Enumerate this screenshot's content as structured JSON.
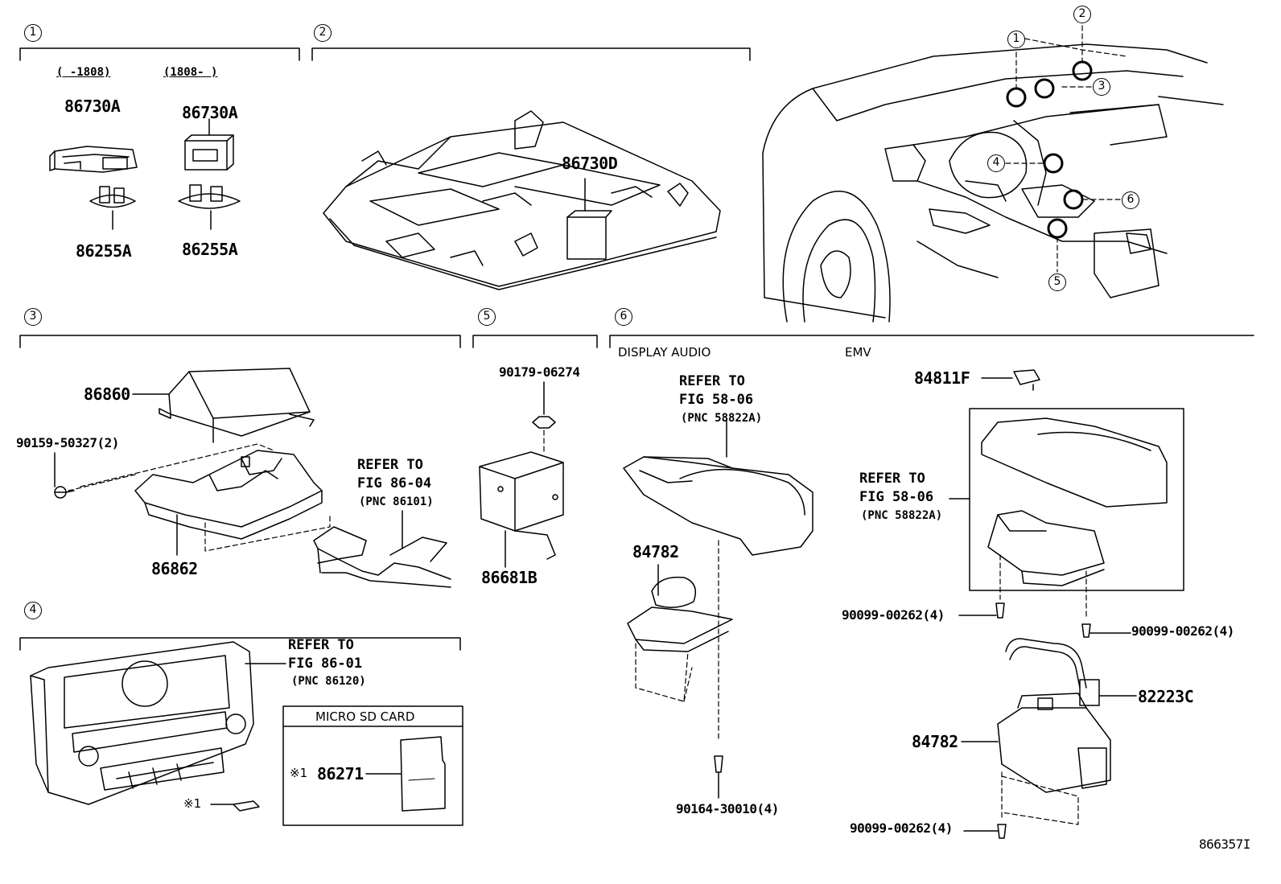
{
  "sections": [
    {
      "id": "1",
      "label": "1",
      "range_old": "(    -1808)",
      "range_new": "(1808-    )",
      "parts": [
        "86730A",
        "86255A",
        "86730A",
        "86255A"
      ]
    },
    {
      "id": "2",
      "label": "2",
      "parts": [
        "86730D"
      ]
    },
    {
      "id": "3",
      "label": "3",
      "parts": [
        "86860",
        "90159-50327(2)",
        "86862"
      ],
      "refer": {
        "line1": "REFER TO",
        "line2": "FIG 86-04",
        "pnc": "(PNC 86101)"
      }
    },
    {
      "id": "5",
      "label": "5",
      "parts": [
        "90179-06274",
        "86681B"
      ]
    },
    {
      "id": "6",
      "label": "6",
      "sub_display_audio": "DISPLAY AUDIO",
      "sub_emv": "EMV",
      "refer_da": {
        "line1": "REFER TO",
        "line2": "FIG 58-06",
        "pnc": "(PNC 58822A)"
      },
      "refer_emv": {
        "line1": "REFER TO",
        "line2": "FIG 58-06",
        "pnc": "(PNC 58822A)"
      },
      "parts": [
        "84782",
        "90164-30010(4)",
        "84811F",
        "90099-00262(4)",
        "90099-00262(4)",
        "82223C",
        "84782",
        "90099-00262(4)"
      ]
    },
    {
      "id": "4",
      "label": "4",
      "refer": {
        "line1": "REFER TO",
        "line2": "FIG 86-01",
        "pnc": "(PNC 86120)"
      },
      "mark": "※1",
      "micro_sd": {
        "title": "MICRO SD CARD",
        "mark": "※1",
        "part": "86271"
      }
    }
  ],
  "vehicle_callouts": [
    "1",
    "2",
    "3",
    "4",
    "5",
    "6"
  ],
  "diagram_id": "866357I"
}
